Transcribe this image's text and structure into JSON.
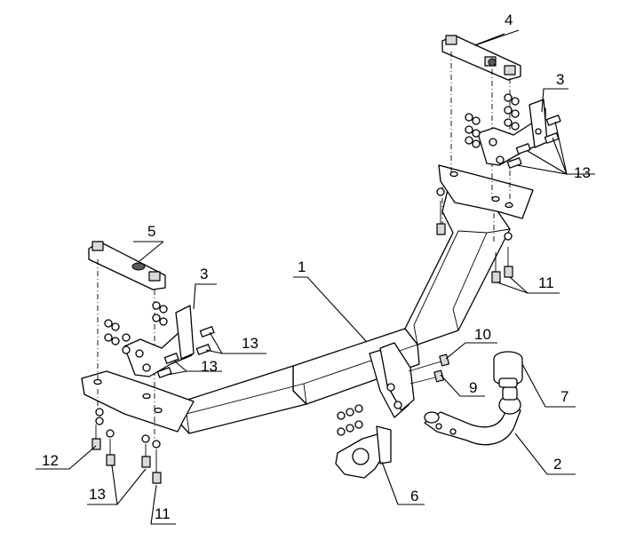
{
  "callouts": [
    {
      "id": "label-1",
      "text": "1"
    },
    {
      "id": "label-2",
      "text": "2"
    },
    {
      "id": "label-3-right",
      "text": "3"
    },
    {
      "id": "label-3-left",
      "text": "3"
    },
    {
      "id": "label-4",
      "text": "4"
    },
    {
      "id": "label-5",
      "text": "5"
    },
    {
      "id": "label-6",
      "text": "6"
    },
    {
      "id": "label-7",
      "text": "7"
    },
    {
      "id": "label-9",
      "text": "9"
    },
    {
      "id": "label-10",
      "text": "10"
    },
    {
      "id": "label-11-right",
      "text": "11"
    },
    {
      "id": "label-11-left",
      "text": "11"
    },
    {
      "id": "label-12",
      "text": "12"
    },
    {
      "id": "label-13-right",
      "text": "13"
    },
    {
      "id": "label-13-left-a",
      "text": "13"
    },
    {
      "id": "label-13-left-b",
      "text": "13"
    },
    {
      "id": "label-13-bottom",
      "text": "13"
    }
  ]
}
